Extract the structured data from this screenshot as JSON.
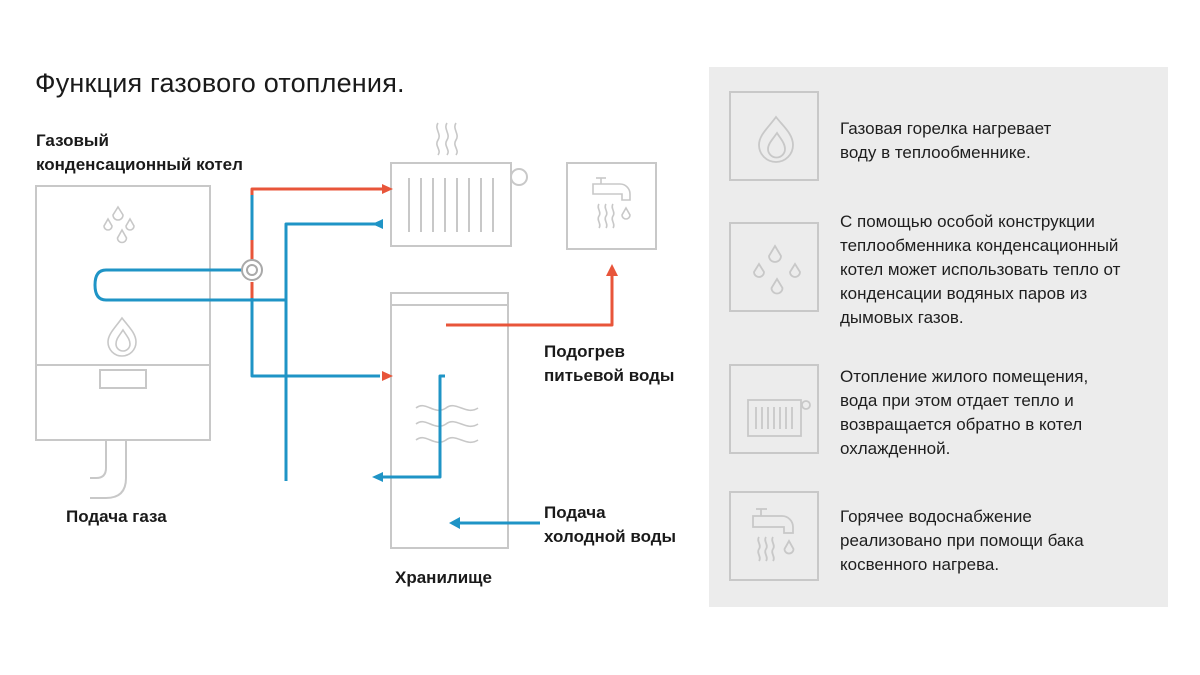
{
  "title": "Функция газового отопления.",
  "labels": {
    "boiler": [
      "Газовый",
      "конденсационный котел"
    ],
    "gas_supply": "Подача газа",
    "storage": "Хранилище",
    "drinking_water": [
      "Подогрев",
      "питьевой воды"
    ],
    "cold_water": [
      "Подача",
      "холодной воды"
    ]
  },
  "colors": {
    "hot": "#e8553a",
    "cold": "#1f94c6",
    "outline": "#c8c8c8",
    "panel": "#ececec"
  },
  "info": [
    {
      "icon": "flame-icon",
      "text": [
        "Газовая горелка нагревает",
        "воду в теплообменнике."
      ]
    },
    {
      "icon": "water-drops-icon",
      "text": [
        "С помощью особой конструкции",
        "теплообменника конденсационный",
        "котел может использовать тепло от",
        "конденсации водяных паров из",
        "дымовых газов."
      ]
    },
    {
      "icon": "radiator-icon",
      "text": [
        "Отопление жилого помещения,",
        "вода при этом отдает тепло и",
        "возвращается обратно в котел",
        "охлажденной."
      ]
    },
    {
      "icon": "faucet-icon",
      "text": [
        "Горячее водоснабжение",
        "реализовано при помощи бака",
        "косвенного нагрева."
      ]
    }
  ]
}
